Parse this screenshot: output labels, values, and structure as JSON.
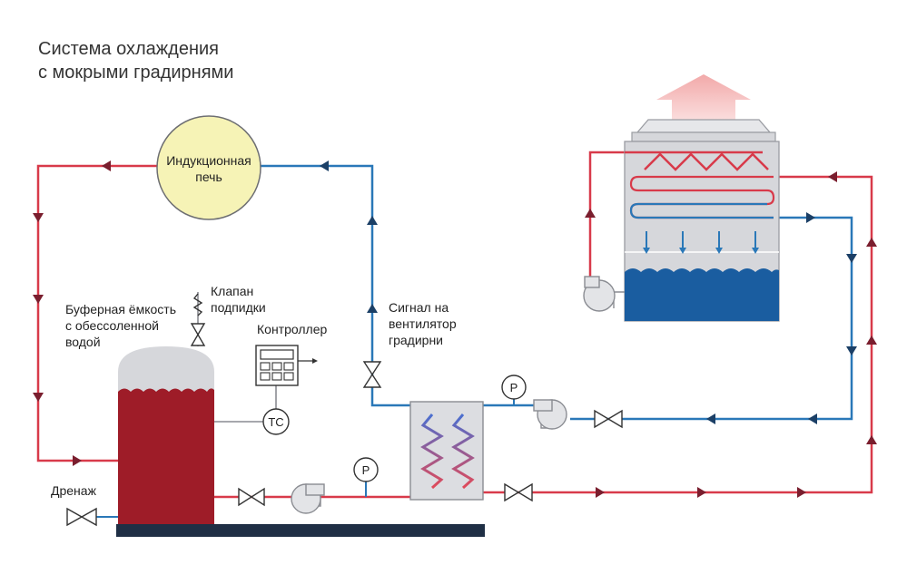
{
  "title": {
    "line1": "Система охлаждения",
    "line2": "с мокрыми градирнями"
  },
  "labels": {
    "furnace_line1": "Индукционная",
    "furnace_line2": "печь",
    "valve_line1": "Клапан",
    "valve_line2": "подпидки",
    "tank_line1": "Буферная ёмкость",
    "tank_line2": "с обессоленной",
    "tank_line3": "водой",
    "controller": "Контроллер",
    "signal_line1": "Сигнал на",
    "signal_line2": "вентилятор",
    "signal_line3": "градирни",
    "drain": "Дренаж",
    "tc": "TC",
    "p1": "P",
    "p2": "P"
  },
  "colors": {
    "hot": "#d83a4a",
    "cold": "#2a78b8",
    "arrow": "#7a1e2e",
    "arrow_cold": "#1b3f66",
    "tank": "#9e1c28",
    "water": "#1a5da0",
    "gray": "#d6d7db",
    "outline": "#9a9ca2",
    "base": "#1f2f45",
    "furnace_fill": "#f6f3b6"
  },
  "icons": [
    "pump-icon",
    "valve-icon",
    "pressure-gauge-icon",
    "fan-exhaust-icon",
    "spray-nozzle-icon"
  ]
}
